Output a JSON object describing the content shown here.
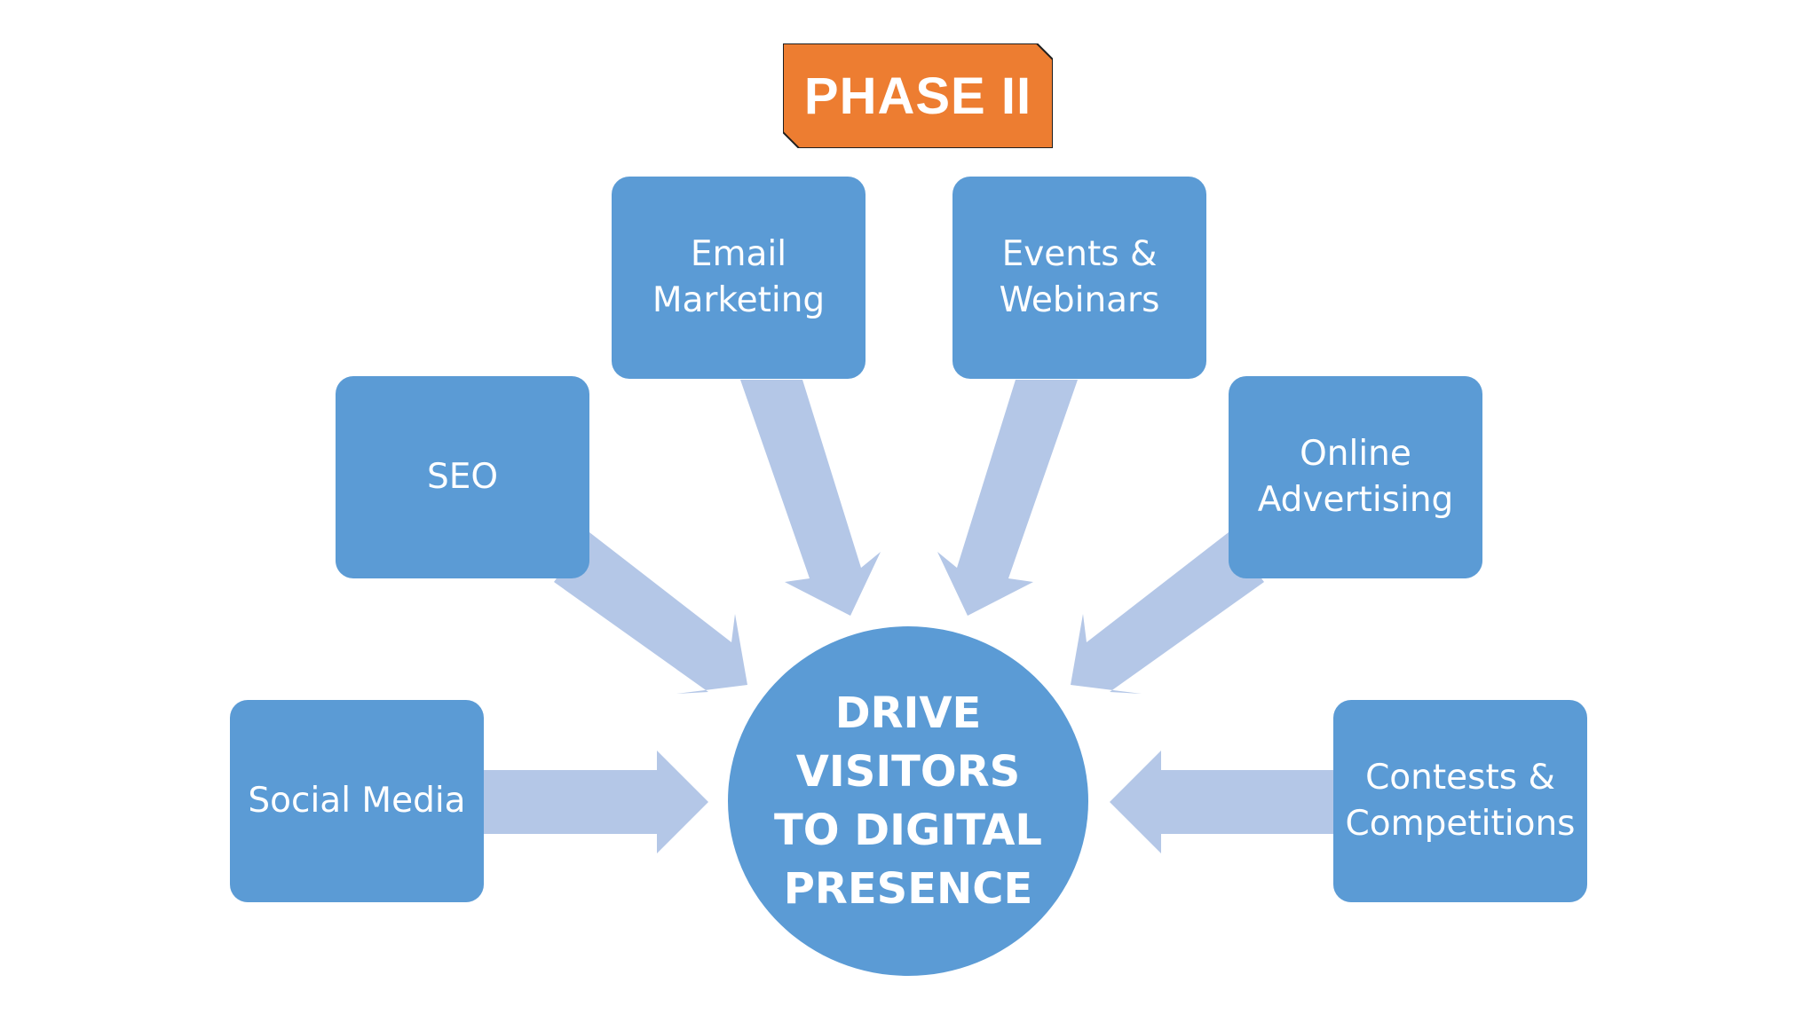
{
  "phase": {
    "label": "PHASE II",
    "color": "#ed7d31"
  },
  "hub": {
    "label": "DRIVE\nVISITORS\nTO DIGITAL\nPRESENCE"
  },
  "nodes": [
    {
      "label": "Social Media"
    },
    {
      "label": "SEO"
    },
    {
      "label": "Email\nMarketing"
    },
    {
      "label": "Events &\nWebinars"
    },
    {
      "label": "Online\nAdvertising"
    },
    {
      "label": "Contests &\nCompetitions"
    }
  ],
  "colors": {
    "box": "#5b9bd5",
    "arrow": "#b4c7e7",
    "text": "#ffffff"
  }
}
